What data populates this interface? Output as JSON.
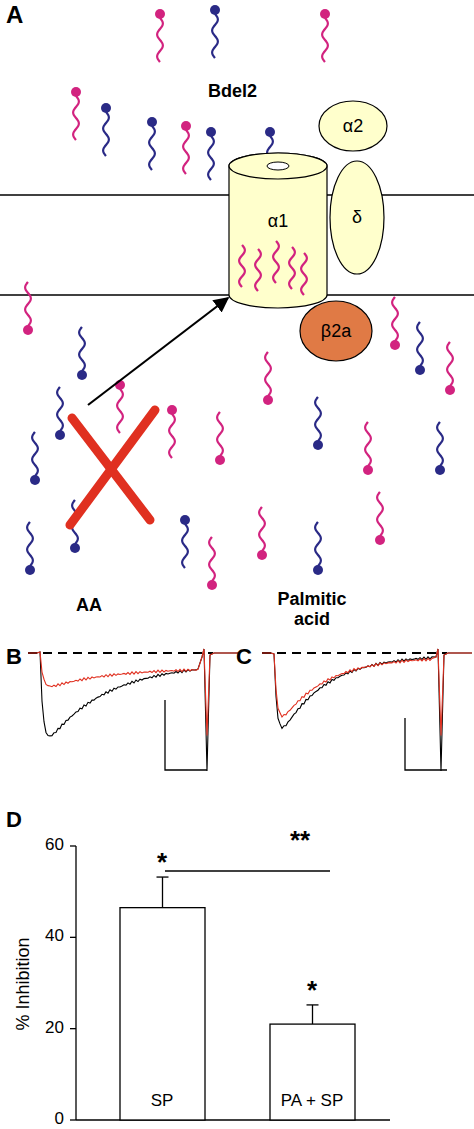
{
  "diagram": {
    "nodes": [
      {
        "text": [
          "α1"
        ]
      },
      {
        "text": [
          "α2"
        ]
      },
      {
        "text": [
          "δ"
        ]
      },
      {
        "text": [
          "β2a"
        ]
      }
    ],
    "labels": [
      "A",
      "Bdel2",
      "AA",
      "Palmitic acid",
      "B",
      "C",
      "D",
      "60",
      "40",
      "20",
      "0",
      "% Inhibition",
      "*",
      "**",
      "*",
      "SP",
      "PA + SP"
    ]
  }
}
